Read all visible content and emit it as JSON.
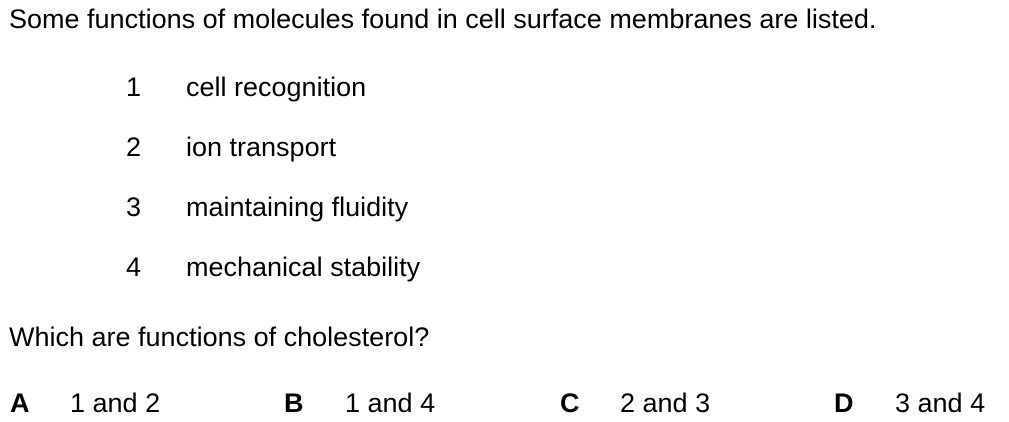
{
  "intro": "Some functions of molecules found in cell surface membranes are listed.",
  "items": [
    {
      "number": "1",
      "text": "cell recognition"
    },
    {
      "number": "2",
      "text": "ion transport"
    },
    {
      "number": "3",
      "text": "maintaining fluidity"
    },
    {
      "number": "4",
      "text": "mechanical stability"
    }
  ],
  "question": "Which are functions of cholesterol?",
  "options": [
    {
      "letter": "A",
      "text": "1 and 2"
    },
    {
      "letter": "B",
      "text": "1 and 4"
    },
    {
      "letter": "C",
      "text": "2 and 3"
    },
    {
      "letter": "D",
      "text": "3 and 4"
    }
  ]
}
